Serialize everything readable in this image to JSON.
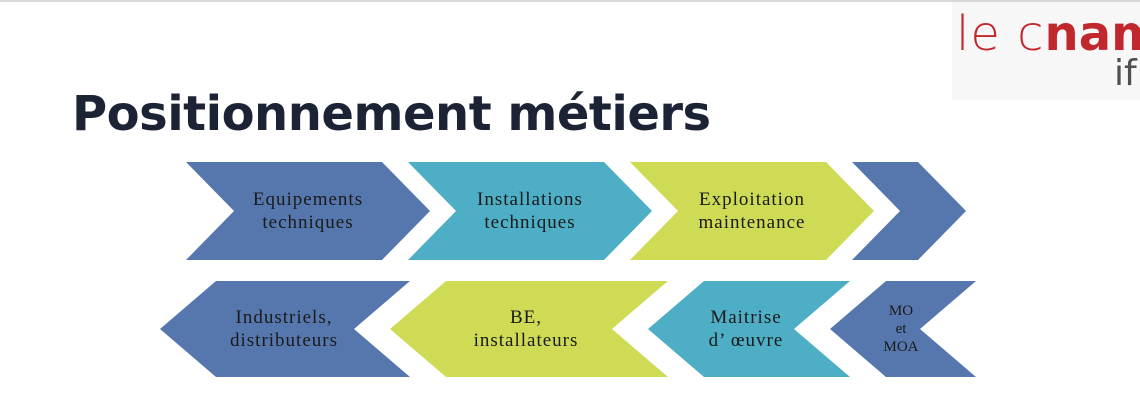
{
  "slide": {
    "title": "Positionnement métiers"
  },
  "logo": {
    "text_light": "le c",
    "text_bold": "nam",
    "subtext": "if"
  },
  "colors": {
    "blue": "#5677ad",
    "teal": "#4daec6",
    "lime": "#cfdb55",
    "title_text": "#1c2335",
    "logo_red": "#c0282d"
  },
  "row_top": [
    {
      "id": "equipements",
      "lines": [
        "Equipements",
        "techniques"
      ],
      "color": "blue"
    },
    {
      "id": "installations",
      "lines": [
        "Installations",
        "techniques"
      ],
      "color": "teal"
    },
    {
      "id": "exploitation",
      "lines": [
        "Exploitation",
        "maintenance"
      ],
      "color": "lime"
    },
    {
      "id": "blank",
      "lines": [],
      "color": "blue"
    }
  ],
  "row_bottom": [
    {
      "id": "industriels",
      "lines": [
        "Industriels,",
        "distributeurs"
      ],
      "color": "blue"
    },
    {
      "id": "be",
      "lines": [
        "BE,",
        "installateurs"
      ],
      "color": "lime"
    },
    {
      "id": "maitrise",
      "lines": [
        "Maitrise",
        "d’ œuvre"
      ],
      "color": "teal"
    },
    {
      "id": "mo",
      "lines": [
        "MO",
        "et",
        "MOA"
      ],
      "color": "blue"
    }
  ]
}
